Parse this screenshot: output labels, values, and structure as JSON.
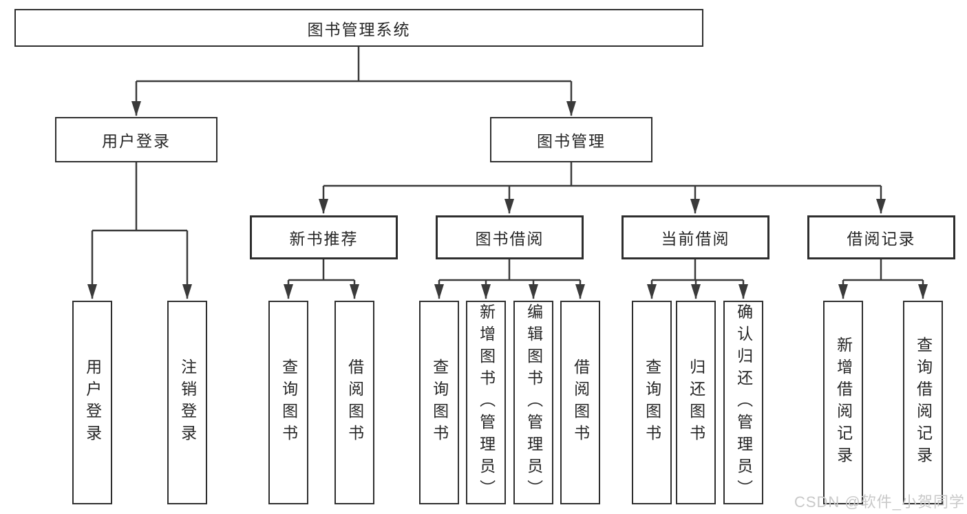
{
  "diagram": {
    "root": {
      "label": "图书管理系统"
    },
    "branches": [
      {
        "label": "用户登录",
        "children": [
          {
            "label": "用户登录"
          },
          {
            "label": "注销登录"
          }
        ]
      },
      {
        "label": "图书管理",
        "children": [
          {
            "label": "新书推荐",
            "children": [
              {
                "label": "查询图书"
              },
              {
                "label": "借阅图书"
              }
            ]
          },
          {
            "label": "图书借阅",
            "children": [
              {
                "label": "查询图书"
              },
              {
                "label": "新增图书（管理员）"
              },
              {
                "label": "编辑图书（管理员）"
              },
              {
                "label": "借阅图书"
              }
            ]
          },
          {
            "label": "当前借阅",
            "children": [
              {
                "label": "查询图书"
              },
              {
                "label": "归还图书"
              },
              {
                "label": "确认归还（管理员）"
              }
            ]
          },
          {
            "label": "借阅记录",
            "children": [
              {
                "label": "新增借阅记录"
              },
              {
                "label": "查询借阅记录"
              }
            ]
          }
        ]
      }
    ],
    "watermark": "CSDN @软件_小贺同学",
    "colors": {
      "line": "#3a3a3a",
      "border": "#2e2e2e",
      "text": "#262626",
      "background": "#ffffff",
      "watermark": "#c9c9c9"
    }
  }
}
